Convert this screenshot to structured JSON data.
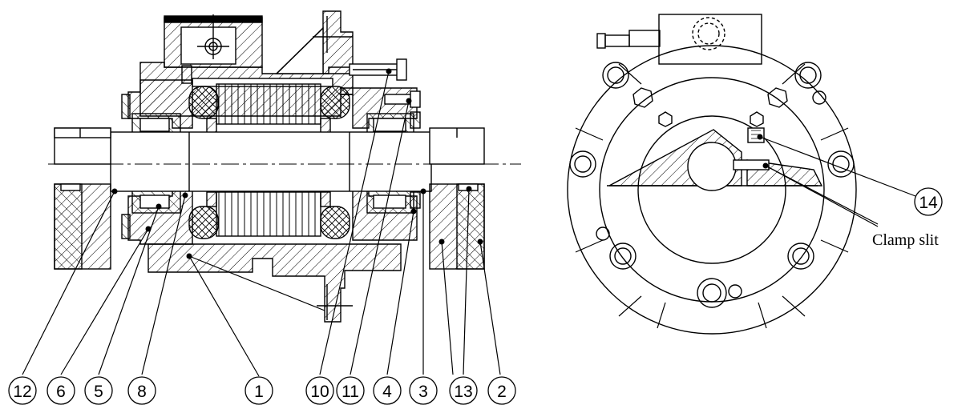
{
  "balloons": [
    {
      "id": "b12",
      "label": "12"
    },
    {
      "id": "b6",
      "label": "6"
    },
    {
      "id": "b5",
      "label": "5"
    },
    {
      "id": "b8",
      "label": "8"
    },
    {
      "id": "b1",
      "label": "1"
    },
    {
      "id": "b10",
      "label": "10"
    },
    {
      "id": "b11",
      "label": "11"
    },
    {
      "id": "b4",
      "label": "4"
    },
    {
      "id": "b3",
      "label": "3"
    },
    {
      "id": "b13",
      "label": "13"
    },
    {
      "id": "b2",
      "label": "2"
    },
    {
      "id": "b14",
      "label": "14"
    }
  ],
  "annotations": {
    "clamp_slit": "Clamp slit"
  }
}
